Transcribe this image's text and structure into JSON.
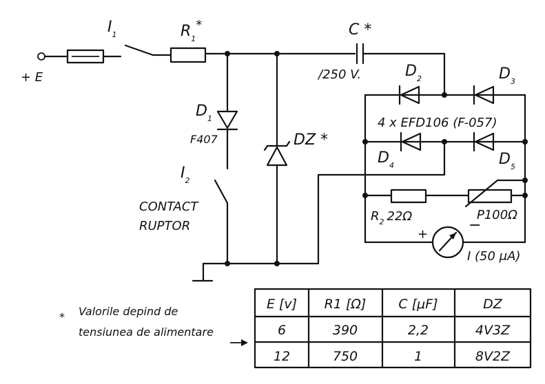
{
  "labels": {
    "plus_e": "+ E",
    "i1": "I",
    "i1_sub": "1",
    "r1": "R",
    "r1_sub": "1",
    "r1_star": "*",
    "c": "C *",
    "c_rating": "/250 V.",
    "d1": "D",
    "d1_sub": "1",
    "d1_part": "F407",
    "i2": "I",
    "i2_sub": "2",
    "contact1": "CONTACT",
    "contact2": "RUPTOR",
    "dz": "DZ *",
    "d2": "D",
    "d2_sub": "2",
    "d3": "D",
    "d3_sub": "3",
    "diodes_part": "4 x EFD106 (F-057)",
    "d4": "D",
    "d4_sub": "4",
    "d5": "D",
    "d5_sub": "5",
    "r2": "R",
    "r2_sub": "2",
    "r2_val": "22Ω",
    "p_val": "P100Ω",
    "meter_plus": "+",
    "meter_minus": "−",
    "meter_label": "I (50 μA)"
  },
  "note": {
    "star": "*",
    "line1": "Valorile depind de",
    "line2": "tensiunea de alimentare"
  },
  "table": {
    "headers": [
      "E [v]",
      "R1 [Ω]",
      "C [μF]",
      "DZ"
    ],
    "rows": [
      [
        "6",
        "390",
        "2,2",
        "4V3Z"
      ],
      [
        "12",
        "750",
        "1",
        "8V2Z"
      ]
    ]
  }
}
